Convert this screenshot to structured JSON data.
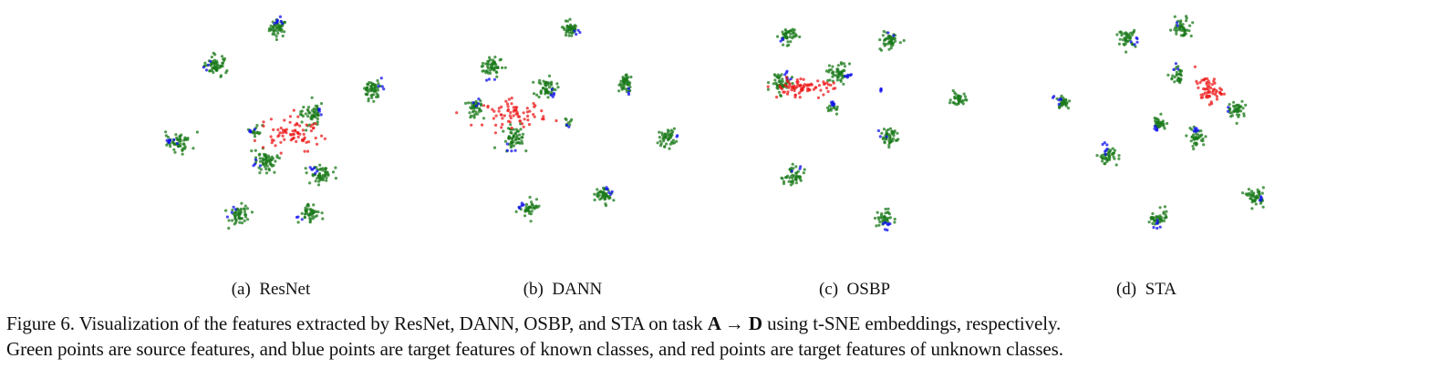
{
  "colors": {
    "source": "#1a7a1a",
    "target_known": "#1010ee",
    "target_unknown": "#ee1a1a"
  },
  "subfigures": [
    {
      "label": "(a)",
      "name": "ResNet"
    },
    {
      "label": "(b)",
      "name": "DANN"
    },
    {
      "label": "(c)",
      "name": "OSBP"
    },
    {
      "label": "(d)",
      "name": "STA"
    }
  ],
  "caption": {
    "line1_pre": "Figure 6. Visualization of the features extracted by ResNet, DANN, OSBP, and STA on task ",
    "task": "A → D",
    "line1_post": " using t-SNE embeddings, respectively.",
    "line2": "Green points are source features, and blue points are target features of known classes, and red points are target features of unknown classes."
  },
  "chart_data": [
    {
      "type": "scatter",
      "title": "(a) ResNet",
      "xlim": [
        0,
        100
      ],
      "ylim": [
        0,
        100
      ],
      "grid": false,
      "axes": false,
      "clusters": [
        {
          "x": 48,
          "y": 88,
          "s": 3,
          "green": 45,
          "blue": 8
        },
        {
          "x": 22,
          "y": 72,
          "s": 3.5,
          "green": 55,
          "blue": 4
        },
        {
          "x": 88,
          "y": 62,
          "s": 3.5,
          "green": 55,
          "blue": 4
        },
        {
          "x": 6,
          "y": 40,
          "s": 3.5,
          "green": 50,
          "blue": 8
        },
        {
          "x": 39,
          "y": 45,
          "s": 2,
          "green": 15,
          "blue": 5
        },
        {
          "x": 62,
          "y": 52,
          "s": 3.5,
          "green": 50,
          "blue": 4
        },
        {
          "x": 43,
          "y": 32,
          "s": 4,
          "green": 60,
          "blue": 4
        },
        {
          "x": 66,
          "y": 26,
          "s": 3.5,
          "green": 50,
          "blue": 6
        },
        {
          "x": 32,
          "y": 9,
          "s": 3.5,
          "green": 50,
          "blue": 4
        },
        {
          "x": 61,
          "y": 10,
          "s": 3.5,
          "green": 45,
          "blue": 3
        }
      ],
      "unknown": {
        "x": 53,
        "y": 43,
        "sx": 12,
        "sy": 6,
        "red": 75
      }
    },
    {
      "type": "scatter",
      "title": "(b) DANN",
      "xlim": [
        0,
        100
      ],
      "ylim": [
        0,
        100
      ],
      "grid": false,
      "axes": false,
      "clusters": [
        {
          "x": 50,
          "y": 88,
          "s": 3,
          "green": 45,
          "blue": 4
        },
        {
          "x": 17,
          "y": 72,
          "s": 3.5,
          "green": 50,
          "blue": 3
        },
        {
          "x": 40,
          "y": 63,
          "s": 3.5,
          "green": 50,
          "blue": 5
        },
        {
          "x": 73,
          "y": 65,
          "s": 3,
          "green": 45,
          "blue": 3
        },
        {
          "x": 10,
          "y": 54,
          "s": 3,
          "green": 40,
          "blue": 4
        },
        {
          "x": 26,
          "y": 42,
          "s": 4,
          "green": 55,
          "blue": 4
        },
        {
          "x": 91,
          "y": 42,
          "s": 3,
          "green": 45,
          "blue": 2
        },
        {
          "x": 50,
          "y": 48,
          "s": 1.5,
          "green": 8,
          "blue": 2
        },
        {
          "x": 33,
          "y": 12,
          "s": 3,
          "green": 40,
          "blue": 6
        },
        {
          "x": 64,
          "y": 17,
          "s": 3,
          "green": 45,
          "blue": 6
        }
      ],
      "unknown": {
        "x": 27,
        "y": 52,
        "sx": 12,
        "sy": 5,
        "red": 70
      }
    },
    {
      "type": "scatter",
      "title": "(c) OSBP",
      "xlim": [
        0,
        100
      ],
      "ylim": [
        0,
        100
      ],
      "grid": false,
      "axes": false,
      "clusters": [
        {
          "x": 13,
          "y": 85,
          "s": 3,
          "green": 45,
          "blue": 3
        },
        {
          "x": 56,
          "y": 83,
          "s": 3,
          "green": 45,
          "blue": 2
        },
        {
          "x": 10,
          "y": 65,
          "s": 3.5,
          "green": 50,
          "blue": 6
        },
        {
          "x": 35,
          "y": 69,
          "s": 3.5,
          "green": 50,
          "blue": 6
        },
        {
          "x": 85,
          "y": 58,
          "s": 2.5,
          "green": 35,
          "blue": 0
        },
        {
          "x": 56,
          "y": 42,
          "s": 3,
          "green": 45,
          "blue": 3
        },
        {
          "x": 32,
          "y": 54,
          "s": 2,
          "green": 15,
          "blue": 6
        },
        {
          "x": 15,
          "y": 25,
          "s": 3.5,
          "green": 45,
          "blue": 3
        },
        {
          "x": 53,
          "y": 8,
          "s": 3,
          "green": 35,
          "blue": 8
        },
        {
          "x": 51,
          "y": 62,
          "s": 1,
          "green": 0,
          "blue": 4
        }
      ],
      "unknown": {
        "x": 19,
        "y": 63,
        "sx": 12,
        "sy": 3,
        "red": 80
      }
    },
    {
      "type": "scatter",
      "title": "(d) STA",
      "xlim": [
        0,
        100
      ],
      "ylim": [
        0,
        100
      ],
      "grid": false,
      "axes": false,
      "clusters": [
        {
          "x": 37,
          "y": 84,
          "s": 3,
          "green": 40,
          "blue": 5
        },
        {
          "x": 60,
          "y": 88,
          "s": 3,
          "green": 45,
          "blue": 2
        },
        {
          "x": 10,
          "y": 57,
          "s": 2.5,
          "green": 30,
          "blue": 6
        },
        {
          "x": 58,
          "y": 68,
          "s": 2.5,
          "green": 30,
          "blue": 3
        },
        {
          "x": 83,
          "y": 54,
          "s": 3,
          "green": 40,
          "blue": 2
        },
        {
          "x": 51,
          "y": 48,
          "s": 2.5,
          "green": 35,
          "blue": 5
        },
        {
          "x": 66,
          "y": 42,
          "s": 3,
          "green": 40,
          "blue": 6
        },
        {
          "x": 29,
          "y": 34,
          "s": 3,
          "green": 40,
          "blue": 7
        },
        {
          "x": 91,
          "y": 17,
          "s": 3,
          "green": 45,
          "blue": 4
        },
        {
          "x": 50,
          "y": 8,
          "s": 3,
          "green": 40,
          "blue": 6
        }
      ],
      "unknown": {
        "x": 71,
        "y": 62,
        "sx": 5,
        "sy": 5,
        "red": 60
      }
    }
  ]
}
